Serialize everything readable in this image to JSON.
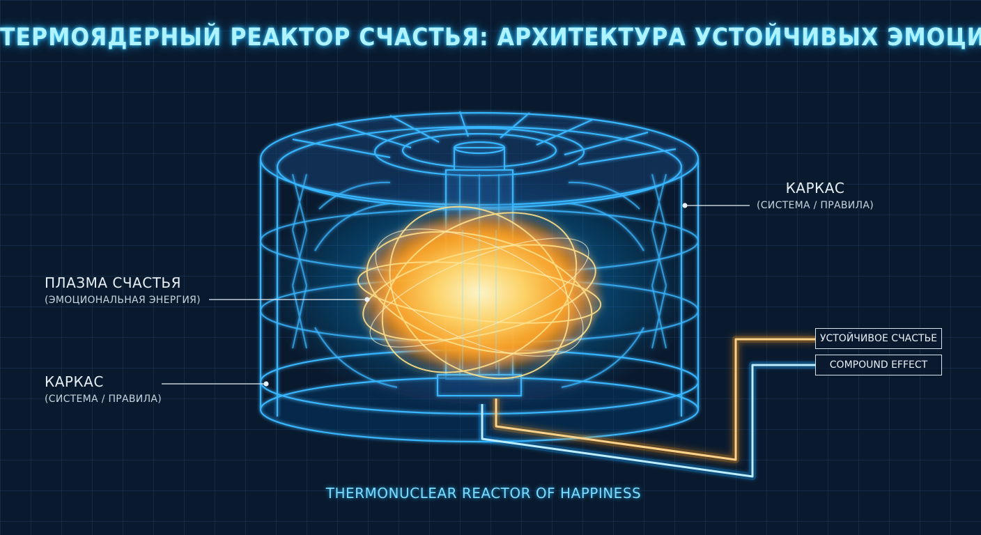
{
  "title": "ТЕРМОЯДЕРНЫЙ РЕАКТОР СЧАСТЬЯ: АРХИТЕКТУРА УСТОЙЧИВЫХ ЭМОЦИЙ",
  "labels": {
    "frame_right": {
      "main": "КАРКАС",
      "sub": "(СИСТЕМА / ПРАВИЛА)"
    },
    "plasma": {
      "main": "ПЛАЗМА СЧАСТЬЯ",
      "sub": "(ЭМОЦИОНАЛЬНАЯ ЭНЕРГИЯ)"
    },
    "frame_left": {
      "main": "КАРКАС",
      "sub": "(СИСТЕМА / ПРАВИЛА)"
    }
  },
  "outputs": {
    "sustainable_happiness": "УСТОЙЧИВОЕ СЧАСТЬЕ",
    "compound_effect": "COMPOUND EFFECT"
  },
  "footer": "THERMONUCLEAR REACTOR OF HAPPINESS",
  "colors": {
    "background": "#0a1a2e",
    "grid": "#1d3a5c",
    "structure_glow": "#2fa8ff",
    "plasma_core": "#ffc04a",
    "pipe_orange": "#ffb347",
    "pipe_blue": "#6fd4ff"
  }
}
